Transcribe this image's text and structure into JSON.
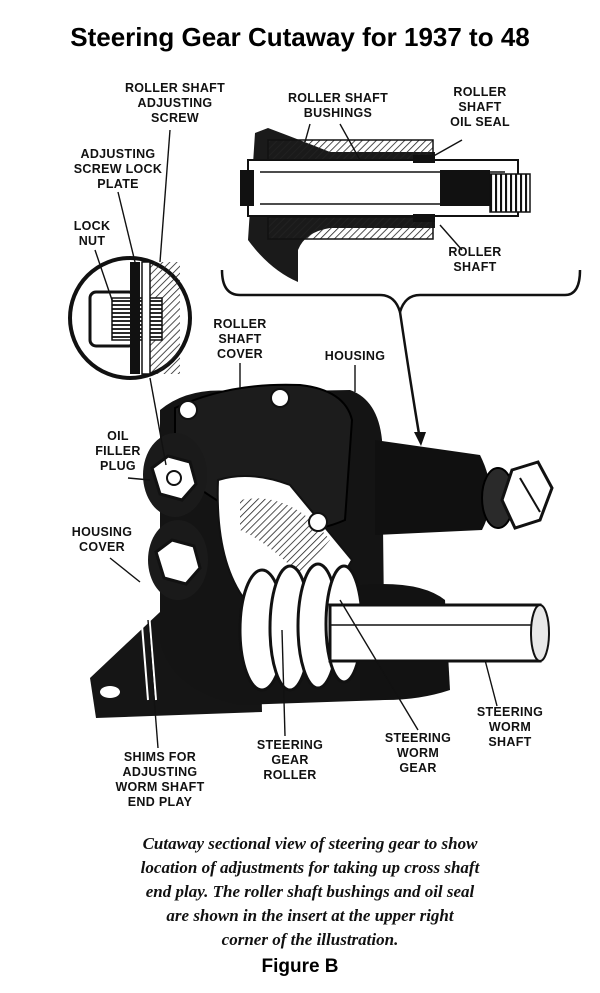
{
  "title": "Steering Gear Cutaway for 1937 to 48",
  "labels": {
    "roller_shaft_adjusting_screw": [
      "ROLLER SHAFT",
      "ADJUSTING",
      "SCREW"
    ],
    "roller_shaft_bushings": [
      "ROLLER SHAFT",
      "BUSHINGS"
    ],
    "roller_shaft_oil_seal": [
      "ROLLER",
      "SHAFT",
      "OIL SEAL"
    ],
    "adjusting_screw_lock_plate": [
      "ADJUSTING",
      "SCREW LOCK",
      "PLATE"
    ],
    "lock_nut": [
      "LOCK",
      "NUT"
    ],
    "roller_shaft": [
      "ROLLER",
      "SHAFT"
    ],
    "roller_shaft_cover": [
      "ROLLER",
      "SHAFT",
      "COVER"
    ],
    "housing": [
      "HOUSING"
    ],
    "oil_filler_plug": [
      "OIL",
      "FILLER",
      "PLUG"
    ],
    "housing_cover": [
      "HOUSING",
      "COVER"
    ],
    "steering_worm_shaft": [
      "STEERING",
      "WORM",
      "SHAFT"
    ],
    "steering_worm_gear": [
      "STEERING",
      "WORM",
      "GEAR"
    ],
    "steering_gear_roller": [
      "STEERING",
      "GEAR",
      "ROLLER"
    ],
    "shims": [
      "SHIMS FOR",
      "ADJUSTING",
      "WORM SHAFT",
      "END PLAY"
    ]
  },
  "caption": [
    "Cutaway sectional view of steering gear to show",
    "location of adjustments for taking up cross shaft",
    "end play.  The roller shaft bushings and oil seal",
    "are shown in the insert at the upper right",
    "corner of the illustration."
  ],
  "figure_label": "Figure B"
}
